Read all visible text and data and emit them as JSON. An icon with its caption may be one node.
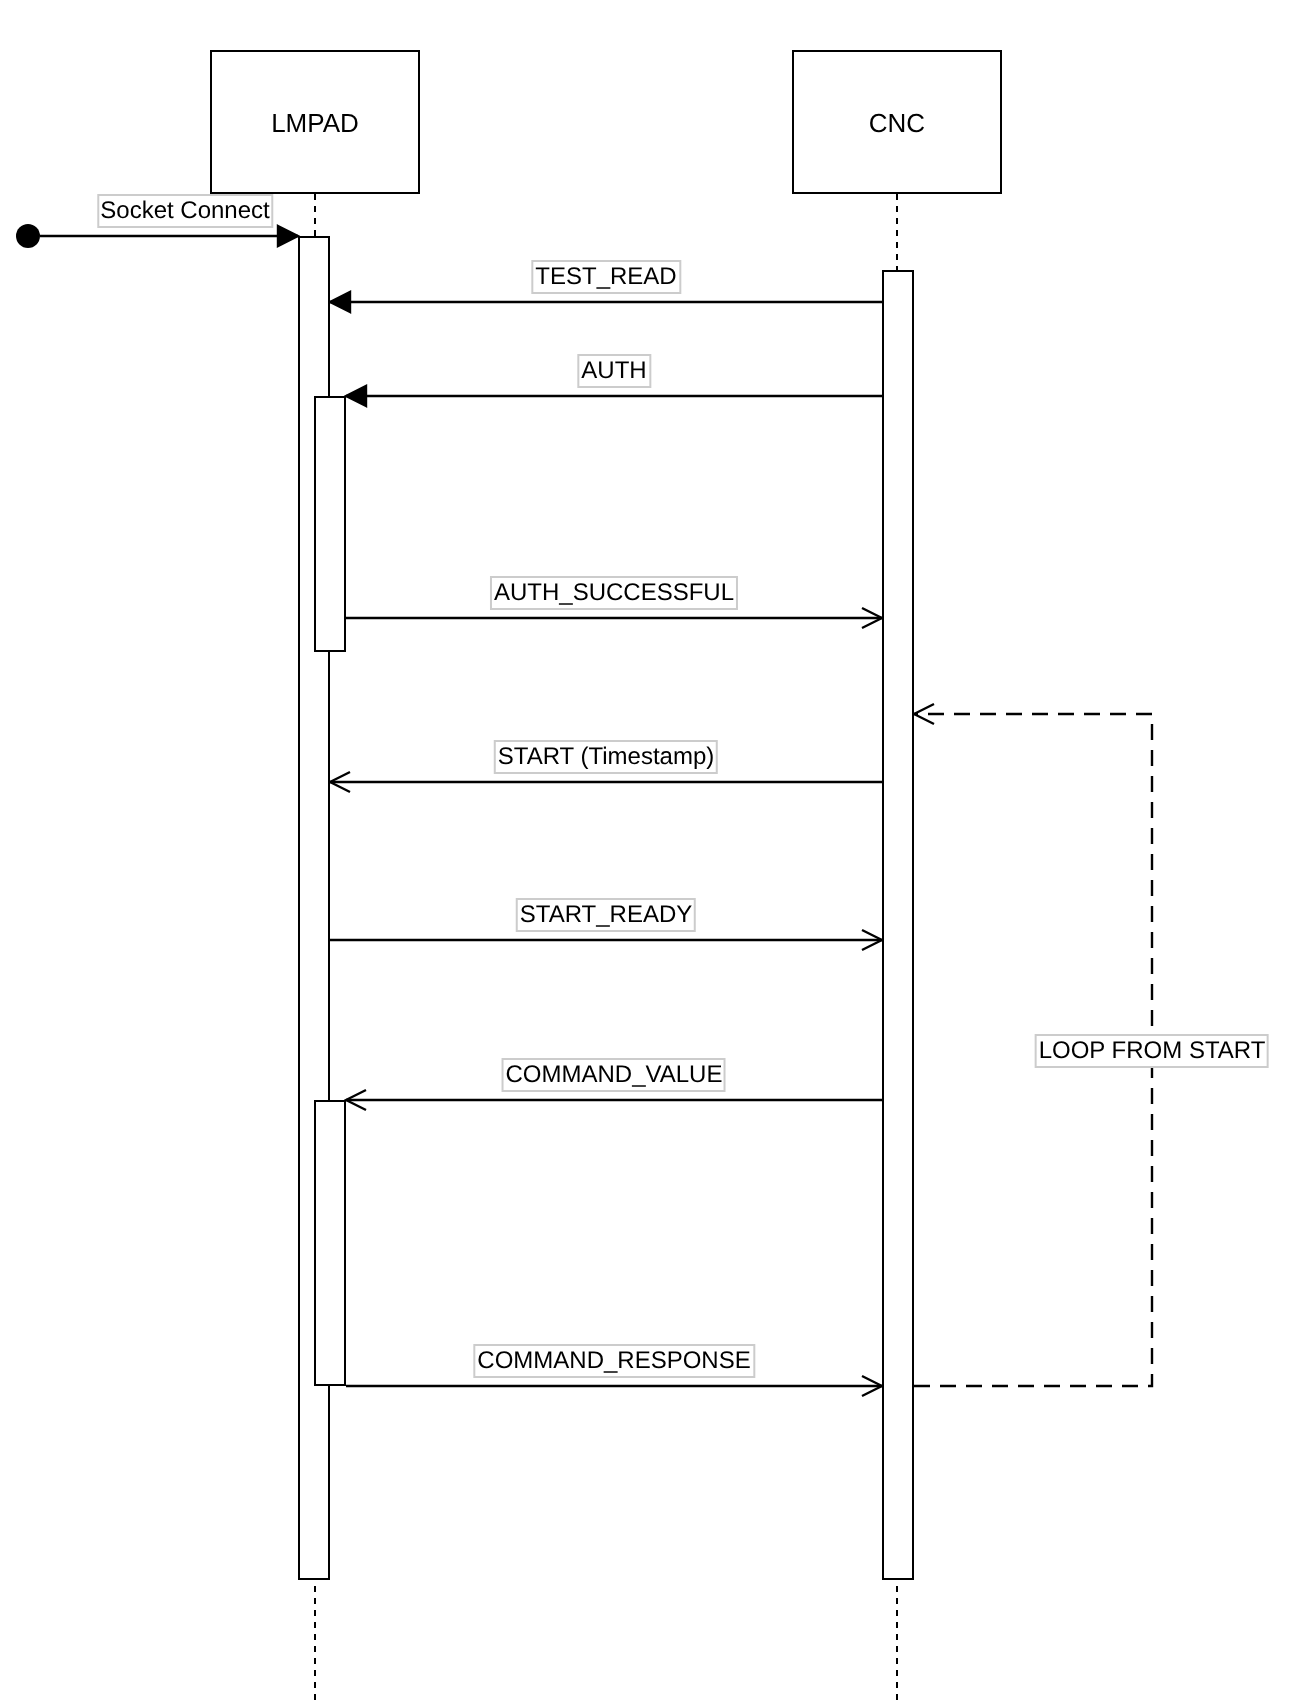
{
  "diagram": {
    "nodes": [
      {
        "text": [
          "LMPAD"
        ]
      },
      {
        "text": [
          "CNC"
        ]
      },
      {
        "text": [],
        "shape": "circle"
      },
      {
        "text": [],
        "shape": "bar"
      },
      {
        "text": [],
        "shape": "bar"
      },
      {
        "text": [],
        "shape": "bar"
      },
      {
        "text": [],
        "shape": "bar"
      }
    ],
    "edges": [
      {
        "from": 2,
        "to": 3,
        "arrow": "to",
        "label": "Socket Connect"
      },
      {
        "from": 4,
        "to": 3,
        "arrow": "to",
        "label": "TEST_READ"
      },
      {
        "from": 4,
        "to": 5,
        "arrow": "to",
        "label": "AUTH"
      },
      {
        "from": 5,
        "to": 4,
        "arrow": "to",
        "label": "AUTH_SUCCESSFUL"
      },
      {
        "from": 4,
        "to": 3,
        "arrow": "to",
        "label": "START (Timestamp)"
      },
      {
        "from": 3,
        "to": 4,
        "arrow": "to",
        "label": "START_READY"
      },
      {
        "from": 4,
        "to": 6,
        "arrow": "to",
        "label": "COMMAND_VALUE"
      },
      {
        "from": 6,
        "to": 4,
        "arrow": "to",
        "label": "COMMAND_RESPONSE"
      },
      {
        "from": 4,
        "to": 4,
        "arrow": "to",
        "label": "LOOP FROM START",
        "style": "dashed"
      }
    ]
  }
}
